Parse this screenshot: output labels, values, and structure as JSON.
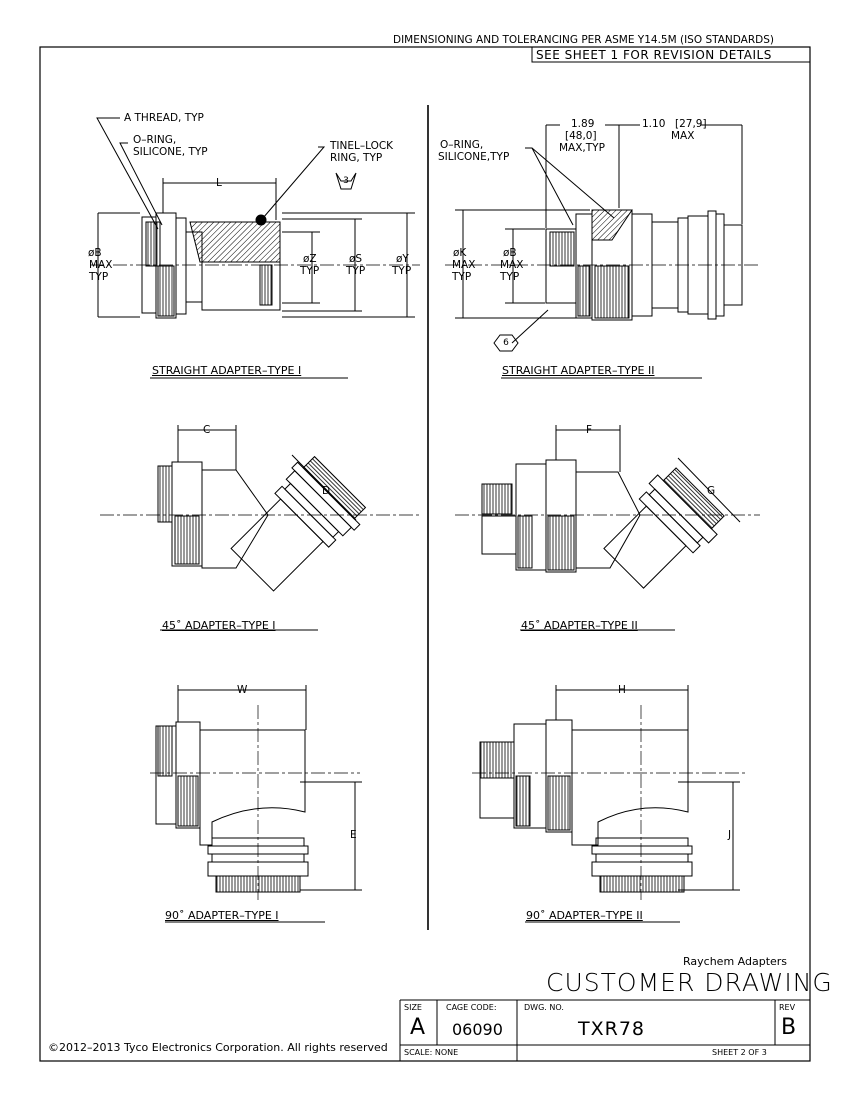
{
  "header": {
    "standards": "DIMENSIONING AND TOLERANCING PER ASME Y14.5M (ISO STANDARDS)",
    "revision_note": "SEE SHEET 1 FOR REVISION DETAILS"
  },
  "views": {
    "straight_1": {
      "caption": "STRAIGHT ADAPTER–TYPE I",
      "a_thread": "A THREAD, TYP",
      "oring_1": "O–RING,",
      "oring_2": "SILICONE, TYP",
      "tinel_1": "TINEL–LOCK",
      "tinel_2": "RING, TYP",
      "note": "3",
      "dim_L": "L",
      "dim_B": "øB",
      "dim_B_max": "MAX",
      "dim_B_typ": "TYP",
      "dim_Z": "øZ",
      "dim_Z_typ": "TYP",
      "dim_S": "øS",
      "dim_S_typ": "TYP",
      "dim_Y": "øY",
      "dim_Y_typ": "TYP"
    },
    "straight_2": {
      "caption": "STRAIGHT ADAPTER–TYPE II",
      "oring_1": "O–RING,",
      "oring_2": "SILICONE,TYP",
      "dim1": "1.89",
      "dim1_metric": "[48,0]",
      "dim1_note": "MAX,TYP",
      "dim2": "1.10",
      "dim2_metric": "[27,9]",
      "dim2_note": "MAX",
      "dim_K": "øK",
      "dim_K_max": "MAX",
      "dim_K_typ": "TYP",
      "dim_B": "øB",
      "dim_B_max": "MAX",
      "dim_B_typ": "TYP",
      "note": "6"
    },
    "adapter45_1": {
      "caption": "45˚ ADAPTER–TYPE I",
      "dim_C": "C",
      "dim_D": "D"
    },
    "adapter45_2": {
      "caption": "45˚ ADAPTER–TYPE II",
      "dim_F": "F",
      "dim_G": "G"
    },
    "adapter90_1": {
      "caption": "90˚ ADAPTER–TYPE I",
      "dim_W": "W",
      "dim_E": "E"
    },
    "adapter90_2": {
      "caption": "90˚ ADAPTER–TYPE II",
      "dim_H": "H",
      "dim_J": "J"
    }
  },
  "title_block": {
    "company_line": "Raychem Adapters",
    "title": "CUSTOMER DRAWING",
    "size_label": "SIZE",
    "size": "A",
    "cage_label": "CAGE CODE:",
    "cage": "06090",
    "dwg_label": "DWG. NO.",
    "dwg": "TXR78",
    "rev_label": "REV",
    "rev": "B",
    "scale": "SCALE: NONE",
    "sheet": "SHEET 2 OF 3"
  },
  "copyright": "©2012–2013 Tyco Electronics Corporation. All rights reserved"
}
